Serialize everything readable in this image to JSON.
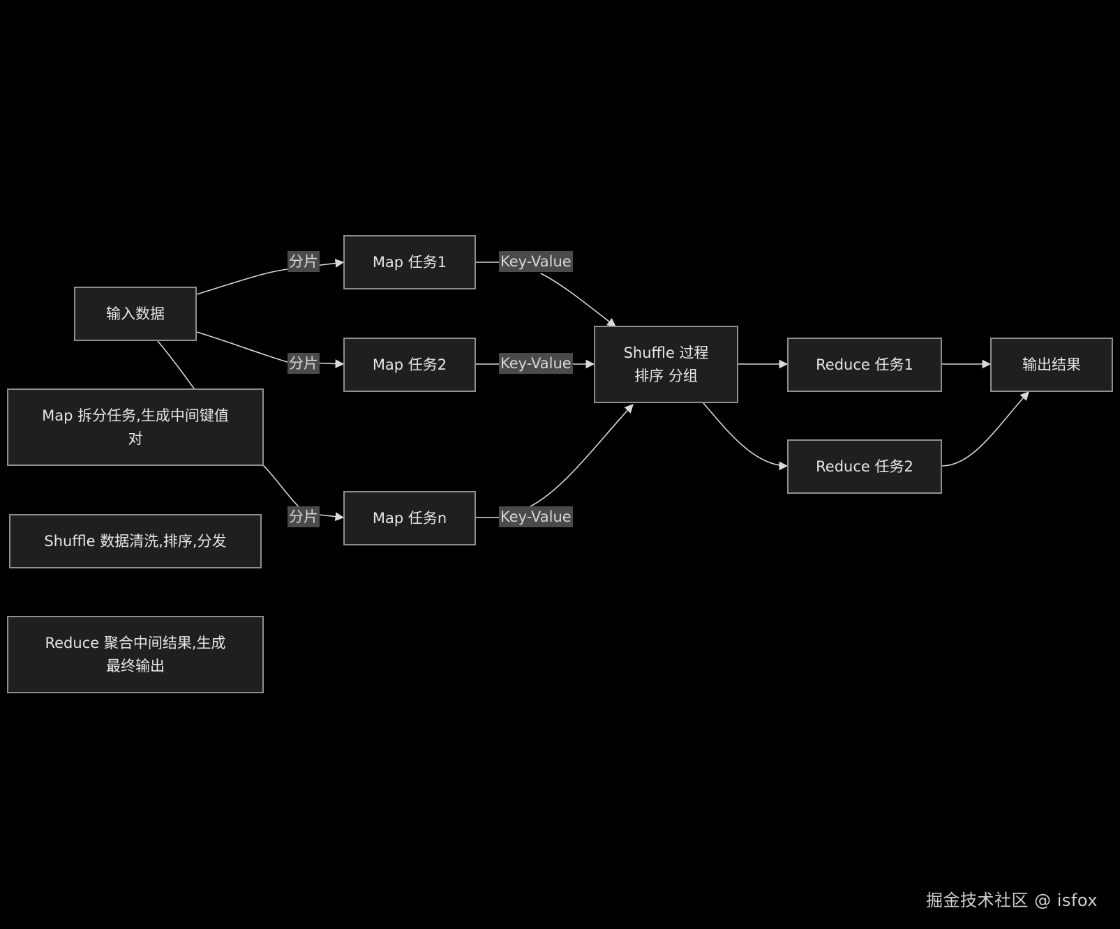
{
  "nodes": {
    "input": "输入数据",
    "map1": "Map 任务1",
    "map2": "Map 任务2",
    "mapn": "Map 任务n",
    "shuffle": "Shuffle 过程\n排序 分组",
    "reduce1": "Reduce 任务1",
    "reduce2": "Reduce 任务2",
    "output": "输出结果",
    "note_map": "Map 拆分任务,生成中间键值\n对",
    "note_shuffle": "Shuffle 数据清洗,排序,分发",
    "note_reduce": "Reduce 聚合中间结果,生成\n最终输出"
  },
  "edge_labels": {
    "split1": "分片",
    "split2": "分片",
    "splitn": "分片",
    "kv1": "Key-Value",
    "kv2": "Key-Value",
    "kvn": "Key-Value"
  },
  "watermark": "掘金技术社区 @ isfox",
  "colors": {
    "background": "#000000",
    "node_fill": "#1f1f1f",
    "node_border": "#8f8f8f",
    "edge": "#d9d9d9",
    "edge_label_bg": "#4a4a4a"
  }
}
